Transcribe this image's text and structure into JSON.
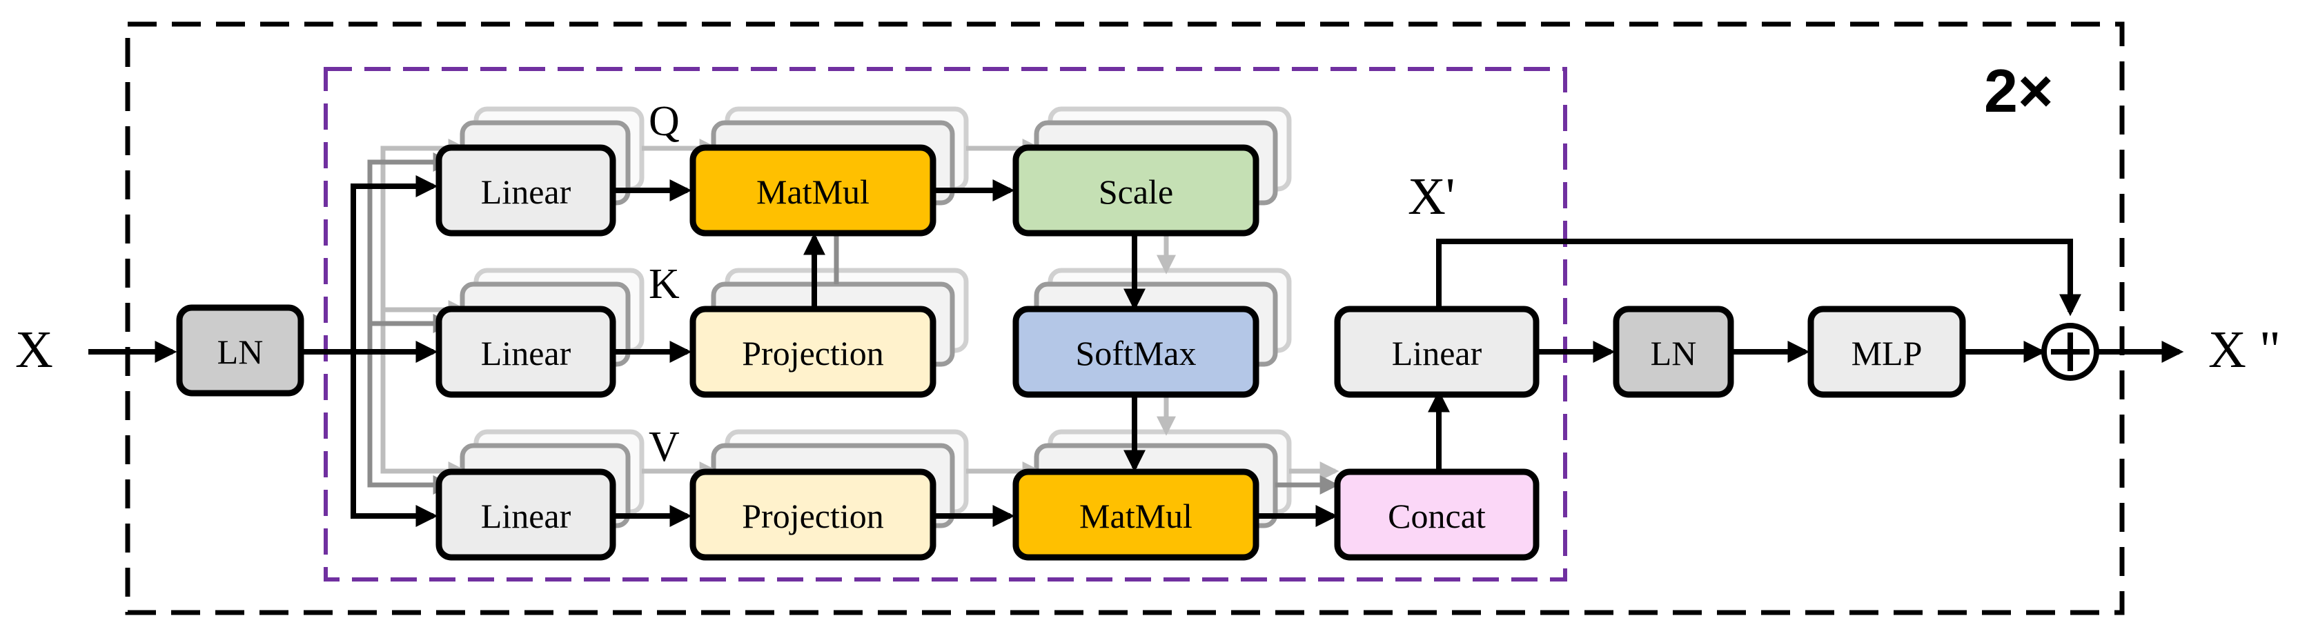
{
  "repeat": "2×",
  "input": "X",
  "output": "X \"",
  "x_prime": "X'",
  "qkv": {
    "q": "Q",
    "k": "K",
    "v": "V"
  },
  "blocks": {
    "ln_in": "LN",
    "linear_q": "Linear",
    "linear_k": "Linear",
    "linear_v": "Linear",
    "matmul_qk": "MatMul",
    "proj_k": "Projection",
    "proj_v": "Projection",
    "scale": "Scale",
    "softmax": "SoftMax",
    "matmul_av": "MatMul",
    "concat": "Concat",
    "linear_out": "Linear",
    "ln_out": "LN",
    "mlp": "MLP"
  },
  "colors": {
    "gray_box": "#cccccc",
    "light_box": "#ececec",
    "matmul": "#ffc000",
    "projection": "#fff2cc",
    "scale": "#c5e0b4",
    "softmax": "#b4c7e7",
    "concat": "#fbd7f7",
    "outer_border": "#000000",
    "inner_border": "#7030a0"
  }
}
